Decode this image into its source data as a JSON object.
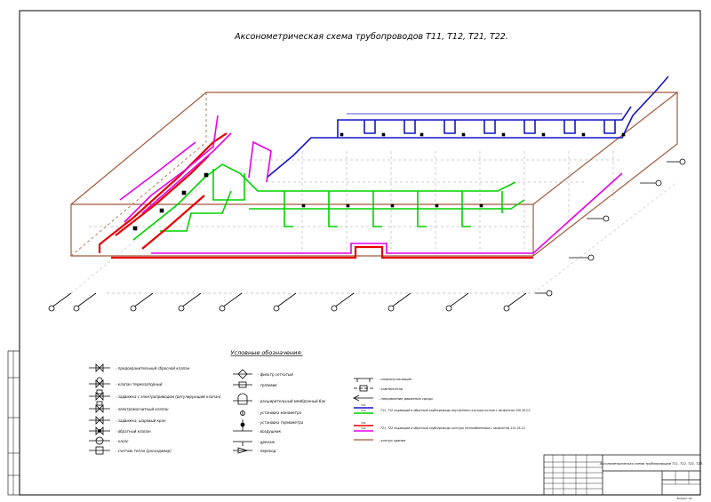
{
  "title": "Аксонометрическая схема трубопроводов Т11, Т12, Т21, Т22.",
  "legend": {
    "heading": "Условные обозначения:",
    "col1": [
      "- предохранительный сбросной клапан",
      "- клапан термозапорный",
      "- задвижка с электроприводом (регулирующий клапан)",
      "- электромагнитный клапан",
      "- задвижка, шаровый кран",
      "- обратный клапан",
      "- насос",
      "- счетчик тепла (расходомер)"
    ],
    "col2": [
      "- фильтр сетчатый",
      "- грязевик",
      "- расширительный мембранный бак",
      "- установка манометра",
      "- установка термометра",
      "- воздушник",
      "- дренаж",
      "- переход"
    ],
    "col3": [
      "- опорыскользящие",
      "- компенсатор",
      "- направление движения среды",
      "- Т11, Т12 подающий и обратный трубопроводы внутреннего контура котлов с засфонтом 150-35-СС",
      "- Т21, Т22 подающий и обратный трубопроводы контура теплообменника с засфонтом 115-35-СС",
      "- контур здания"
    ],
    "pipe_tags": [
      "Т11",
      "Т12",
      "Т21",
      "Т22"
    ]
  },
  "stamp": {
    "description": "Аксонометрическая схема трубопроводов Т11, Т12, Т21, Т22.",
    "format": "Формат А3"
  },
  "colors": {
    "building": "#a05a3c",
    "t11": "#1414c8",
    "t12": "#00d200",
    "t21": "#e60000",
    "t22": "#e600e6",
    "frame": "#000000"
  }
}
